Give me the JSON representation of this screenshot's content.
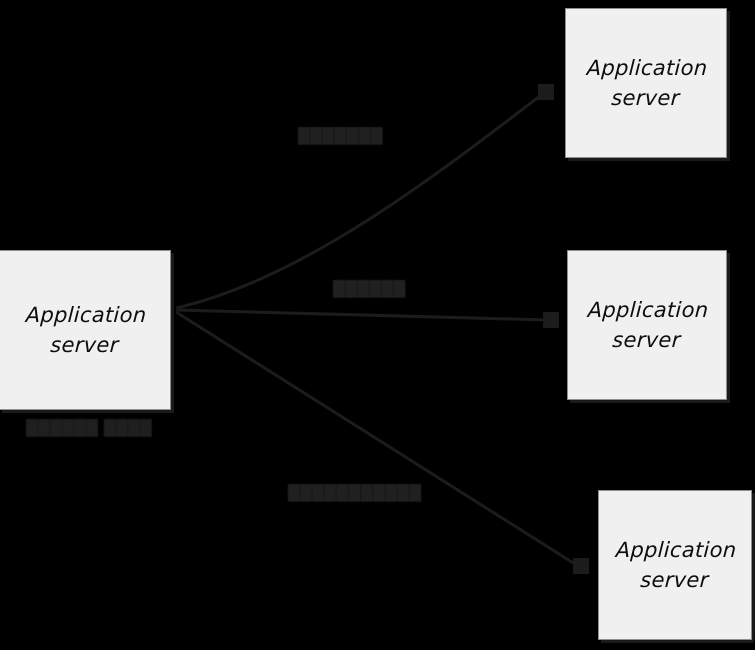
{
  "diagram": {
    "background_color": "#000000",
    "node_fill_color": "#f0f0f0",
    "node_border_color": "#8f8f8f",
    "edge_color": "#1c1c1c",
    "label_color": "#232323",
    "nodes": [
      {
        "id": "source",
        "label": "Application\nserver"
      },
      {
        "id": "target_1",
        "label": "Application\nserver"
      },
      {
        "id": "target_2",
        "label": "Application\nserver"
      },
      {
        "id": "target_3",
        "label": "Application\nserver"
      }
    ],
    "node_sublabels": {
      "source": "██████ ████"
    },
    "edges": [
      {
        "id": "edge_1",
        "from": "source",
        "to": "target_1",
        "label": "███████",
        "shape": "curved-up",
        "arrowhead": "square"
      },
      {
        "id": "edge_2",
        "from": "source",
        "to": "target_2",
        "label": "██████",
        "shape": "straight",
        "arrowhead": "square"
      },
      {
        "id": "edge_3",
        "from": "source",
        "to": "target_3",
        "label": "███████████",
        "shape": "diagonal-down",
        "arrowhead": "square"
      }
    ]
  }
}
